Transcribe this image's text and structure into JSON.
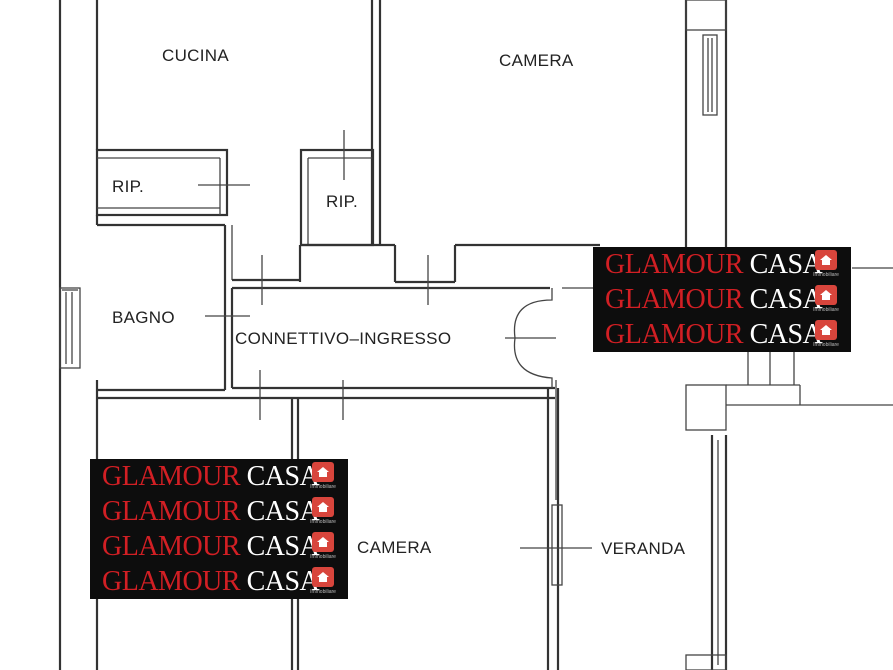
{
  "rooms": {
    "cucina": "CUCINA",
    "camera_top": "CAMERA",
    "rip_left": "RIP.",
    "rip_right": "RIP.",
    "bagno": "BAGNO",
    "connettivo": "CONNETTIVO–INGRESSO",
    "camera_bottom": "CAMERA",
    "veranda": "VERANDA"
  },
  "watermark": {
    "brand_first": "GLAMOUR",
    "brand_second": "CASA",
    "logo_caption": "Immobiliare",
    "accent_color": "#d21f24",
    "logo_color": "#d8453c",
    "background": "#0d0d0d",
    "icon": "house-icon"
  }
}
